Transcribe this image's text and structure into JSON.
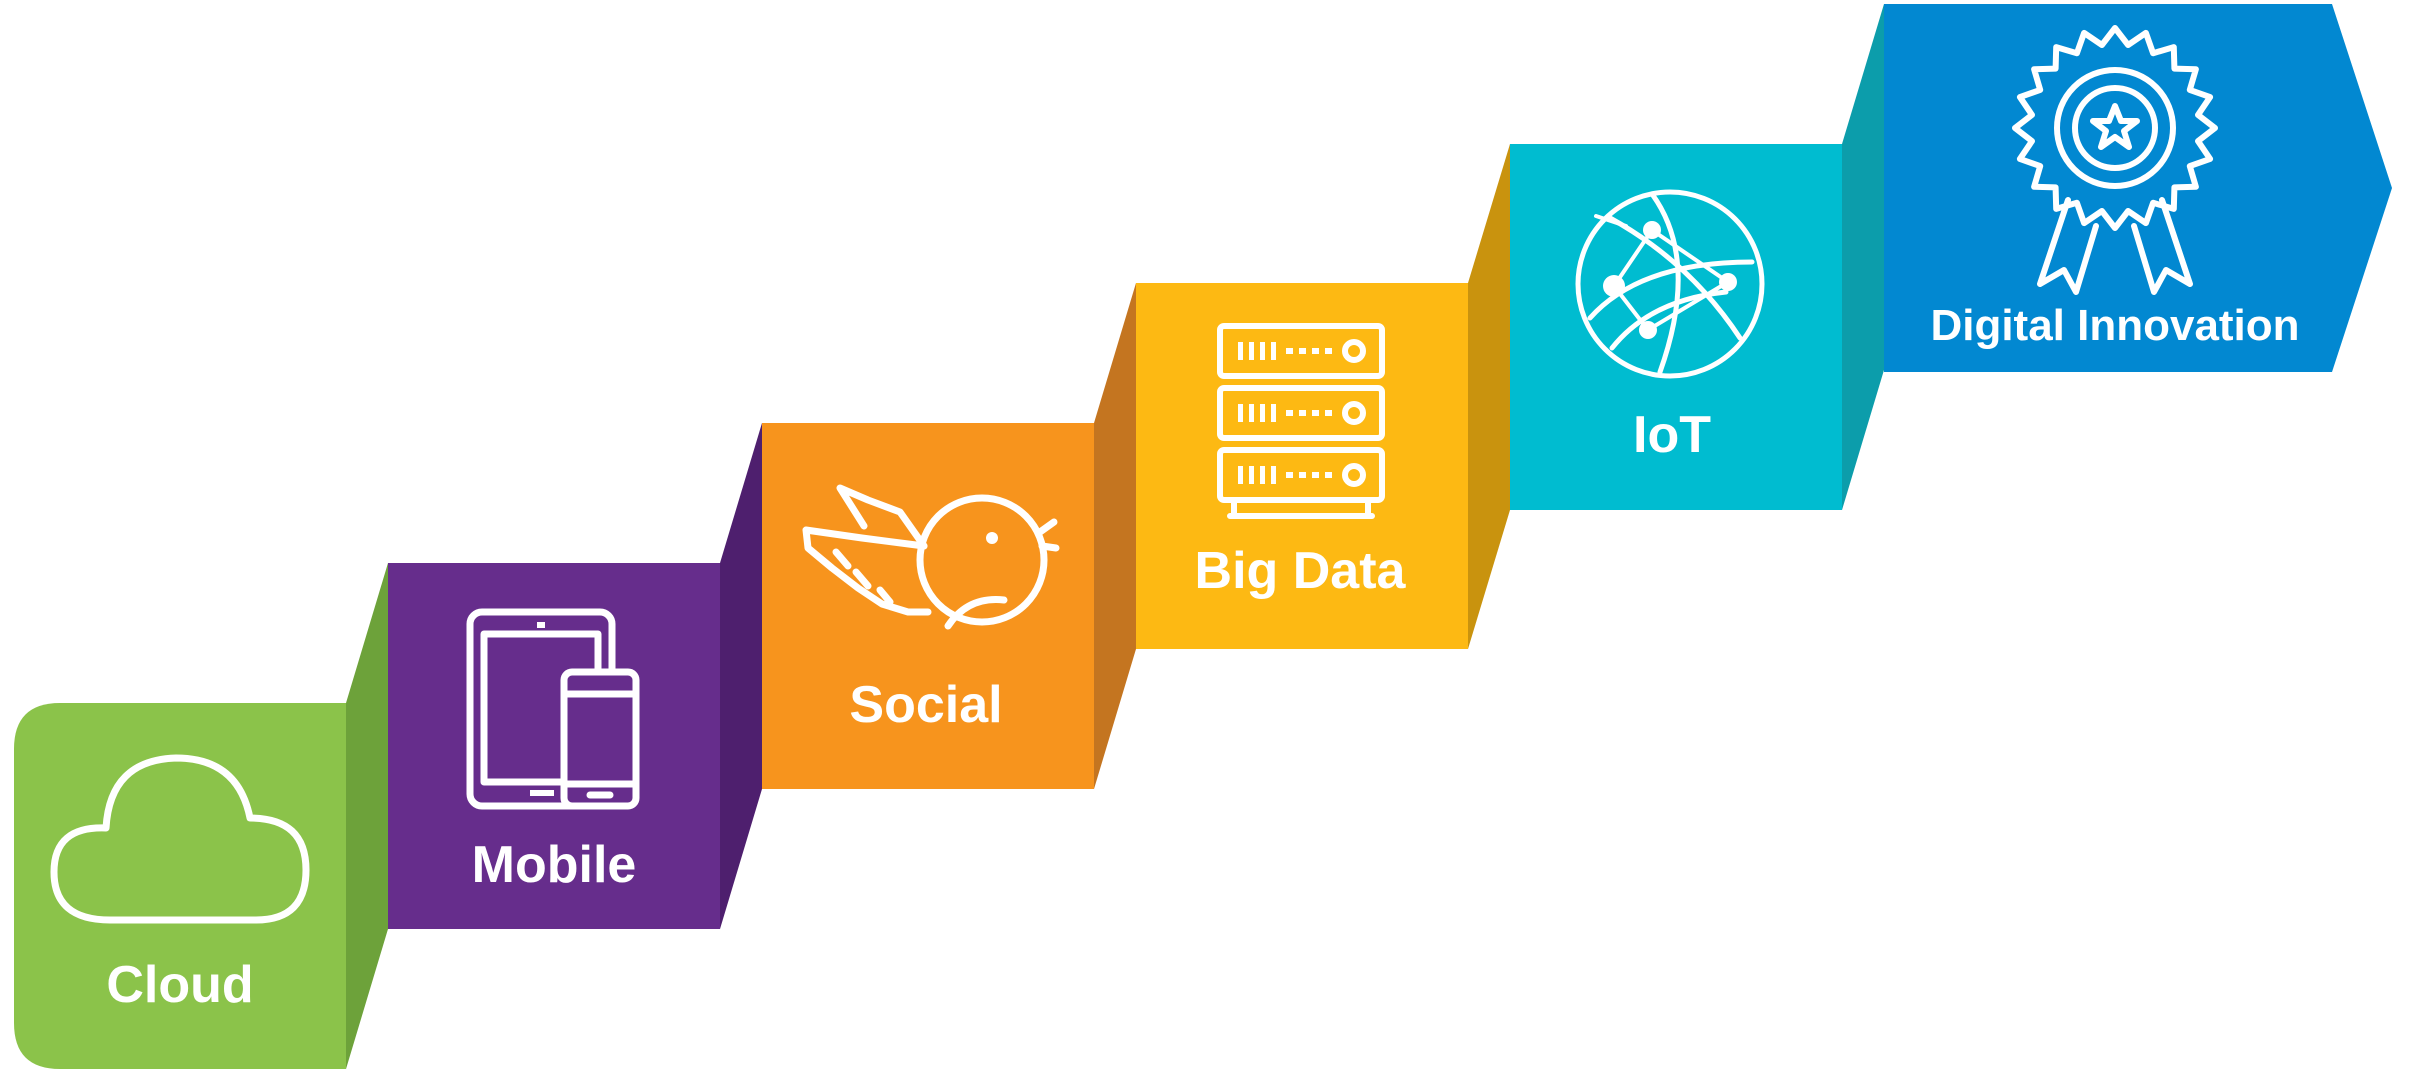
{
  "steps": [
    {
      "label": "Cloud",
      "icon": "cloud-icon",
      "color": "#8BC34A",
      "fold_color": "#6DA23A"
    },
    {
      "label": "Mobile",
      "icon": "tablet-phone-icon",
      "color": "#662D8C",
      "fold_color": "#4E1F6E"
    },
    {
      "label": "Social",
      "icon": "bird-icon",
      "color": "#F7941D",
      "fold_color": "#C47520"
    },
    {
      "label": "Big Data",
      "icon": "server-rack-icon",
      "color": "#FDB913",
      "fold_color": "#C9930E"
    },
    {
      "label": "IoT",
      "icon": "globe-network-icon",
      "color": "#00BCD0",
      "fold_color": "#0C9DAB"
    },
    {
      "label": "Digital Innovation",
      "icon": "award-ribbon-icon",
      "color": "#0288D1",
      "fold_color": "#0A74B5"
    }
  ]
}
